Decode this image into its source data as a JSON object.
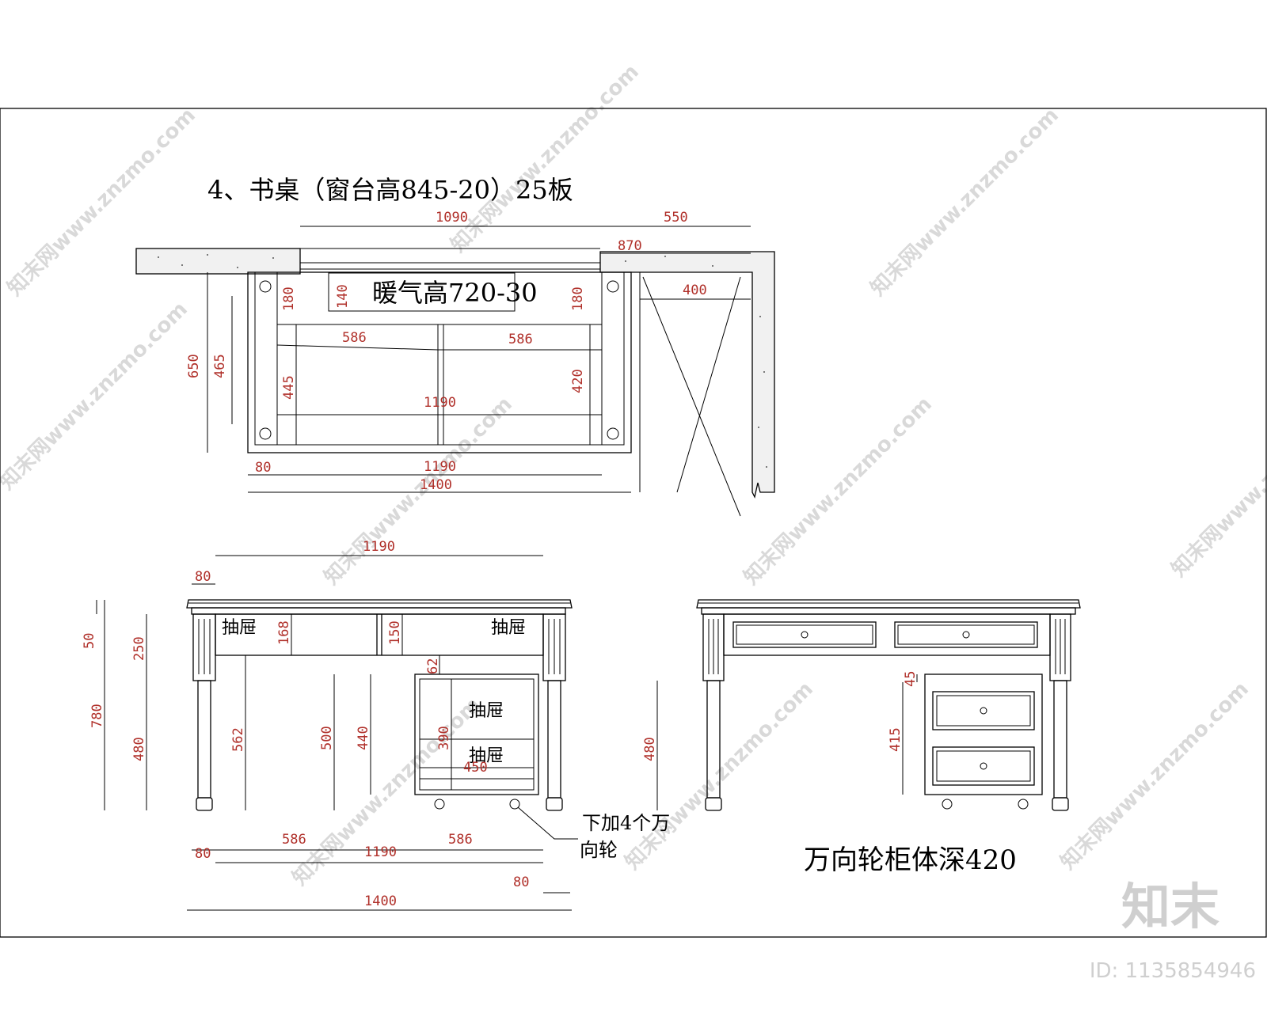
{
  "title": "4、书桌（窗台高845-20）25板",
  "radiator_label": "暖气高720-30",
  "drawer_label": "抽屉",
  "caster_note_line1": "下加4个万",
  "caster_note_line2": "向轮",
  "caster_cabinet_note": "万向轮柜体深420",
  "watermark_text": "知末网www.znzmo.com",
  "brand": "知末",
  "image_id": "ID: 1135854946",
  "dims": {
    "d1090": "1090",
    "d550": "550",
    "d870": "870",
    "d400": "400",
    "d180a": "180",
    "d180b": "180",
    "d140": "140",
    "d586a": "586",
    "d586b": "586",
    "d650": "650",
    "d465": "465",
    "d445": "445",
    "d420": "420",
    "d1190a": "1190",
    "d1190b": "1190",
    "d80a": "80",
    "d1400a": "1400",
    "f1190": "1190",
    "f80": "80",
    "f50": "50",
    "f250": "250",
    "f780": "780",
    "f480": "480",
    "f168": "168",
    "f150": "150",
    "f562": "562",
    "f62": "62",
    "f500": "500",
    "f440": "440",
    "f390": "390",
    "f450": "450",
    "f80b": "80",
    "f586a": "586",
    "f1190b": "1190",
    "f586b": "586",
    "f80c": "80",
    "f1400": "1400",
    "s480": "480",
    "s45": "45",
    "s415": "415"
  },
  "colors": {
    "dimension_text": "#b0302a",
    "line": "#000000",
    "watermark": "#d9d9d9"
  }
}
